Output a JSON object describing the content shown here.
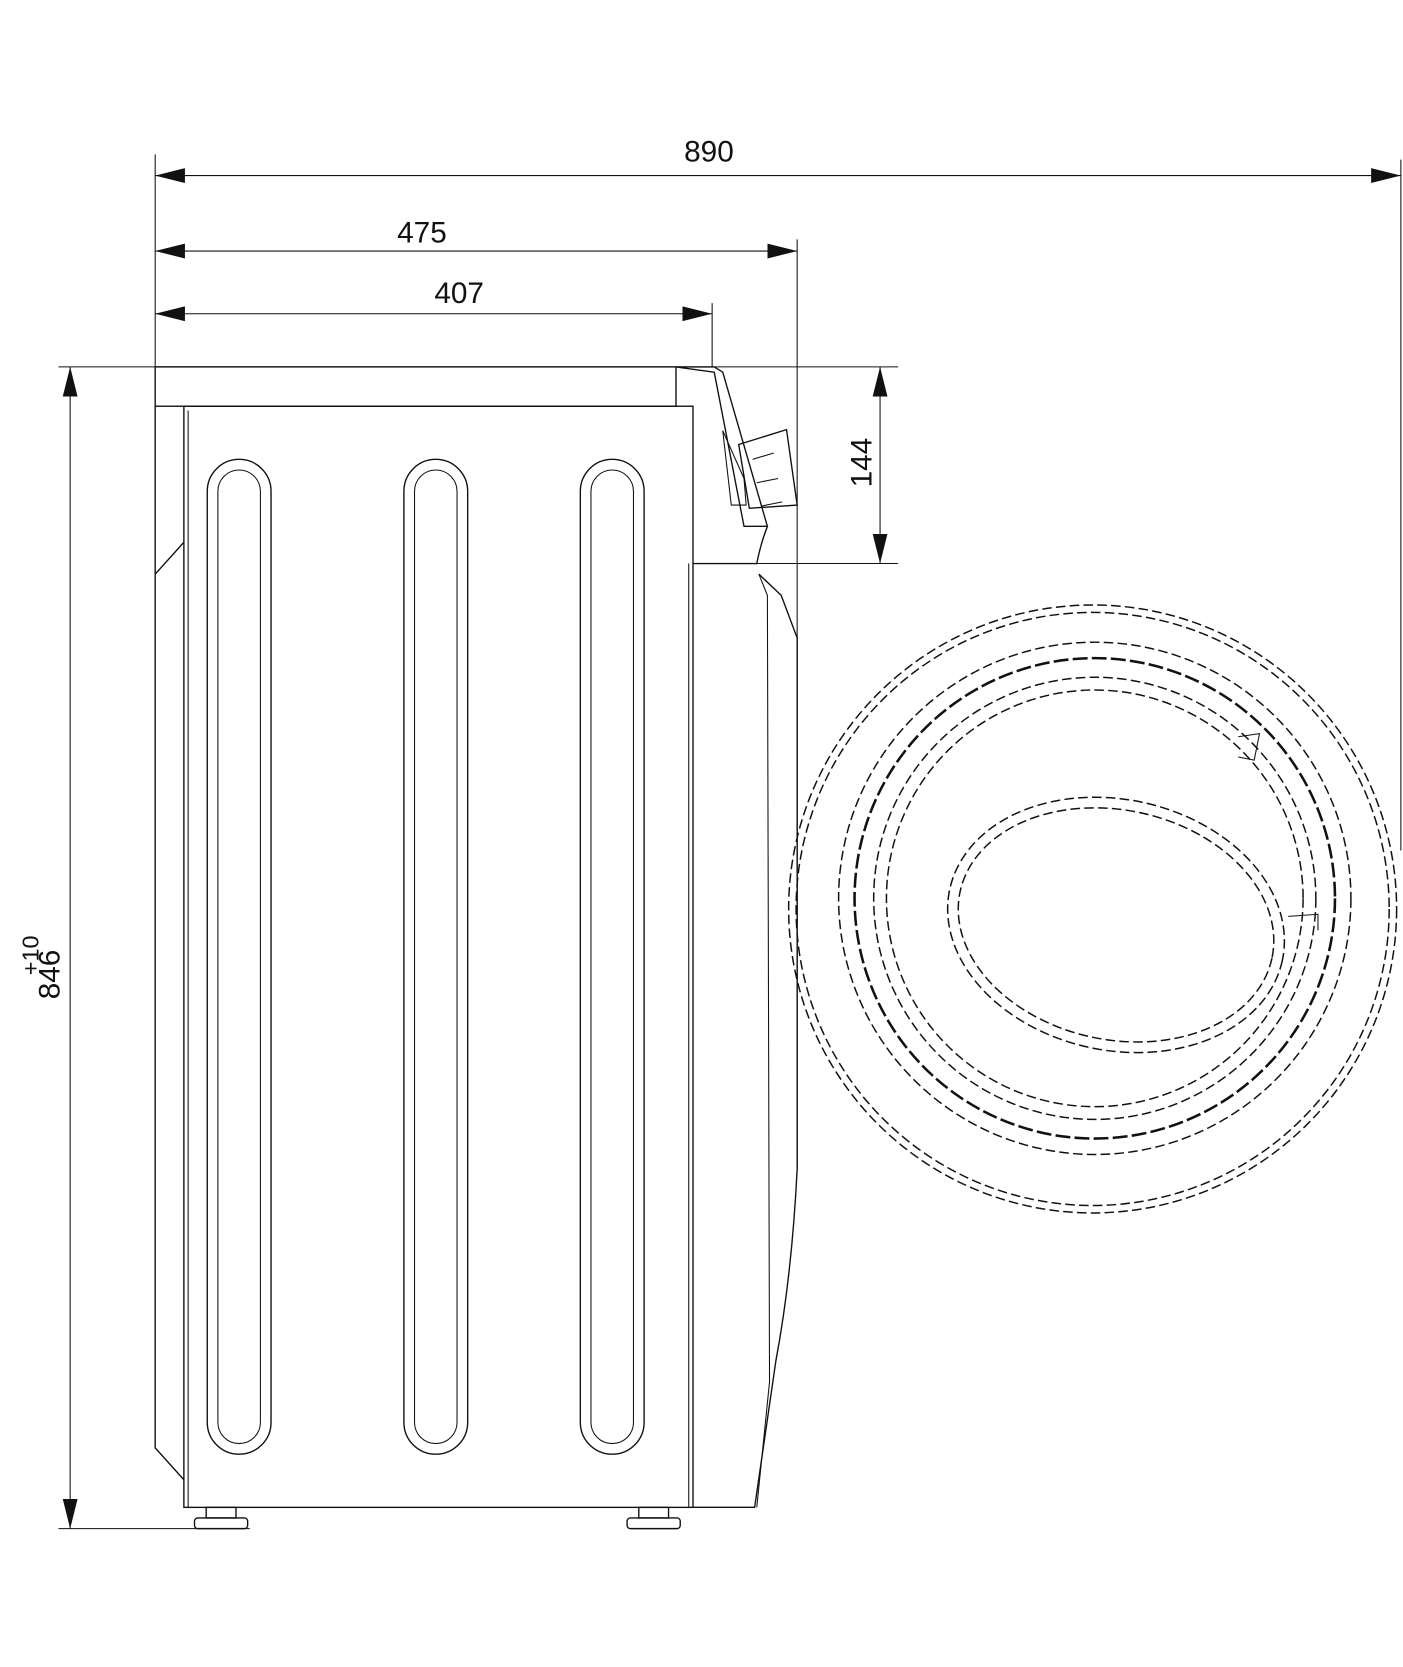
{
  "title": "Washing machine side view dimension drawing",
  "dimensions": {
    "total_depth": "890",
    "depth_with_panel": "475",
    "body_depth": "407",
    "panel_height": "144",
    "height": "846",
    "height_tolerance": "+10"
  },
  "colors": {
    "line": "#111111",
    "background": "#ffffff"
  }
}
